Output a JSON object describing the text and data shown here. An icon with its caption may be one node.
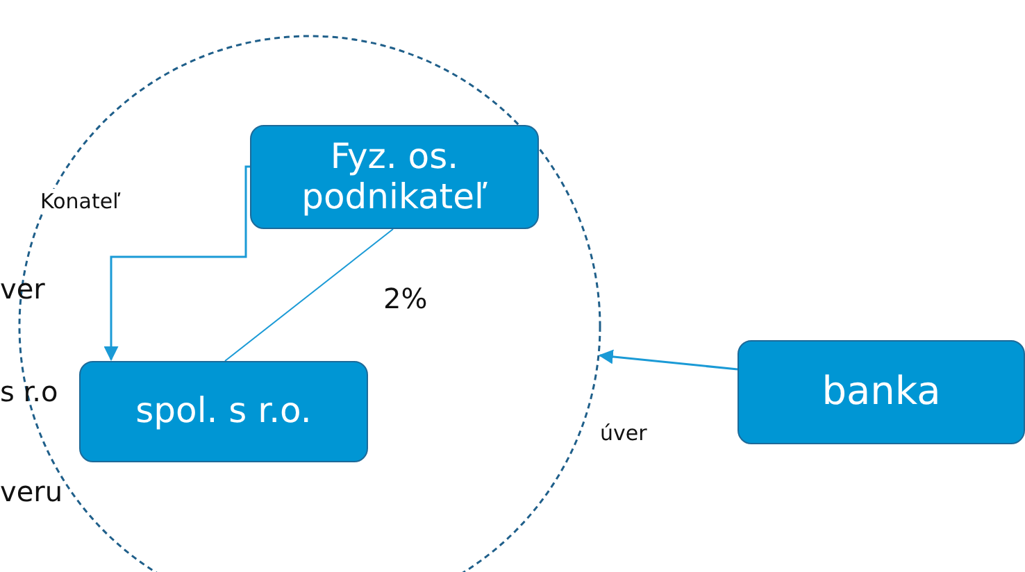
{
  "diagram": {
    "nodes": [
      {
        "text": [],
        "shape": "circle"
      },
      {
        "text": [
          "Fyz. os. podnikateľ"
        ],
        "in": 0
      },
      {
        "text": [
          "spol. s r.o."
        ],
        "in": 0
      },
      {
        "text": [
          "banka"
        ]
      }
    ],
    "edges": [
      {
        "from": 1,
        "to": 2,
        "arrow": "to",
        "label": "Konateľ"
      },
      {
        "from": 1,
        "to": 2,
        "arrow": "none",
        "label": "2%"
      },
      {
        "from": 3,
        "to": 0,
        "arrow": "to",
        "label": "úver"
      }
    ],
    "labels": [
      "ver",
      "s r.o",
      "veru"
    ]
  }
}
